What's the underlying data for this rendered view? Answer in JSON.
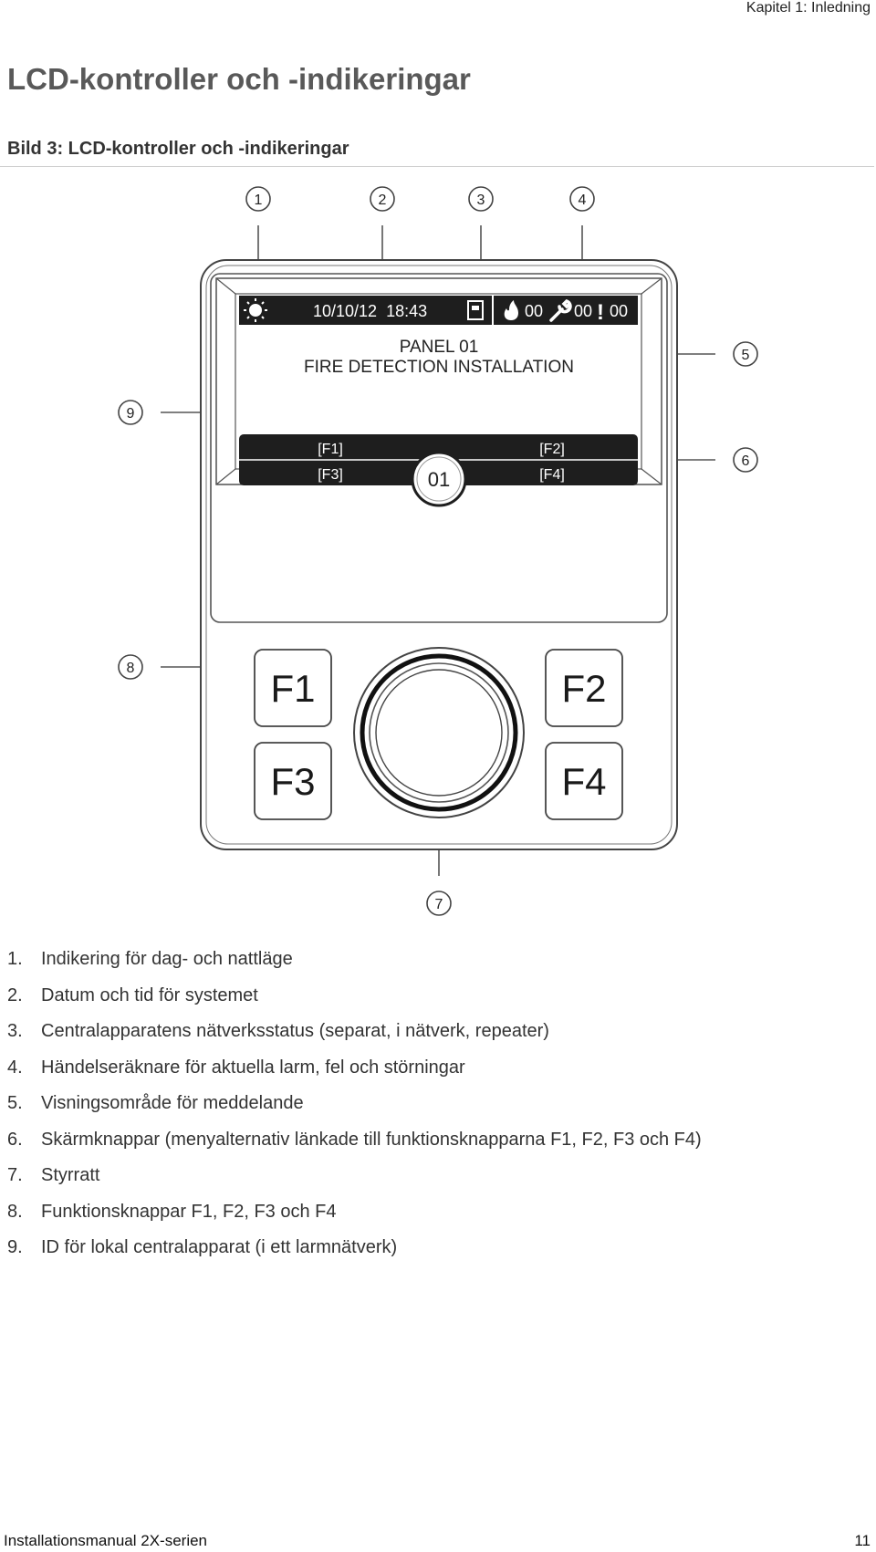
{
  "header": {
    "chapter": "Kapitel 1: Inledning"
  },
  "title": "LCD-kontroller och -indikeringar",
  "figure": {
    "caption": "Bild 3: LCD-kontroller och -indikeringar",
    "callouts": [
      "1",
      "2",
      "3",
      "4",
      "5",
      "6",
      "7",
      "8",
      "9"
    ],
    "screen": {
      "datetime": "10/10/12  18:43",
      "alarm_count": "00",
      "fault_count": "00",
      "disablement_count": "00",
      "warning_glyph": "!",
      "panel_line1": "PANEL 01",
      "panel_line2": "FIRE DETECTION INSTALLATION",
      "panel_id": "01",
      "softkeys": [
        "[F1]",
        "[F2]",
        "[F3]",
        "[F4]"
      ]
    },
    "function_keys": [
      "F1",
      "F2",
      "F3",
      "F4"
    ],
    "icons": [
      "sun-icon",
      "network-status-icon",
      "fire-icon",
      "wrench-icon"
    ]
  },
  "legend": [
    {
      "num": "1.",
      "text": "Indikering för dag- och nattläge"
    },
    {
      "num": "2.",
      "text": "Datum och tid för systemet"
    },
    {
      "num": "3.",
      "text": "Centralapparatens nätverksstatus (separat, i nätverk, repeater)"
    },
    {
      "num": "4.",
      "text": "Händelseräknare för aktuella larm, fel och störningar"
    },
    {
      "num": "5.",
      "text": "Visningsområde för meddelande"
    },
    {
      "num": "6.",
      "text": "Skärmknappar (menyalternativ länkade till funktionsknapparna F1, F2, F3 och F4)"
    },
    {
      "num": "7.",
      "text": "Styrratt"
    },
    {
      "num": "8.",
      "text": "Funktionsknappar F1, F2, F3 och F4"
    },
    {
      "num": "9.",
      "text": "ID för lokal centralapparat (i ett larmnätverk)"
    }
  ],
  "footer": {
    "left": "Installationsmanual 2X-serien",
    "right": "11"
  }
}
